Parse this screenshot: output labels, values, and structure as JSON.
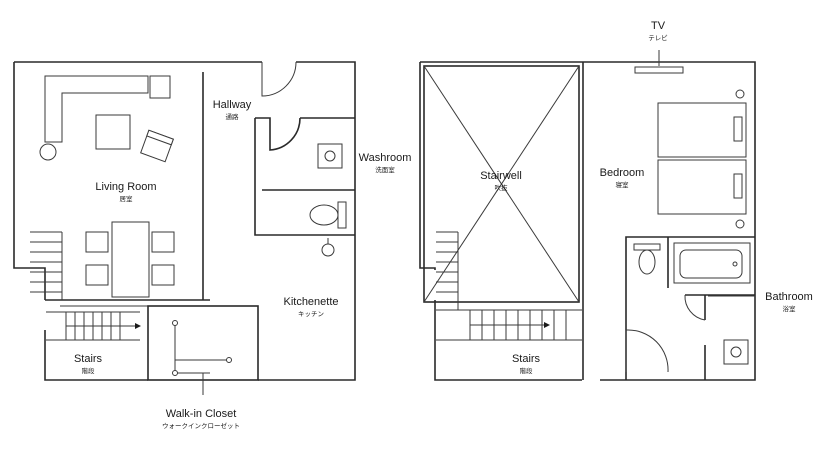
{
  "rooms": {
    "living_room": {
      "name": "Living Room",
      "jp": "居室"
    },
    "hallway": {
      "name": "Hallway",
      "jp": "通路"
    },
    "washroom": {
      "name": "Washroom",
      "jp": "洗面室"
    },
    "kitchenette": {
      "name": "Kitchenette",
      "jp": "キッチン"
    },
    "stairs_left": {
      "name": "Stairs",
      "jp": "階段"
    },
    "walk_in_closet": {
      "name": "Walk-in Closet",
      "jp": "ウォークインクローゼット"
    },
    "tv": {
      "name": "TV",
      "jp": "テレビ"
    },
    "stairwell": {
      "name": "Stairwell",
      "jp": "吹抜"
    },
    "bedroom": {
      "name": "Bedroom",
      "jp": "寝室"
    },
    "bathroom": {
      "name": "Bathroom",
      "jp": "浴室"
    },
    "stairs_right": {
      "name": "Stairs",
      "jp": "階段"
    }
  }
}
